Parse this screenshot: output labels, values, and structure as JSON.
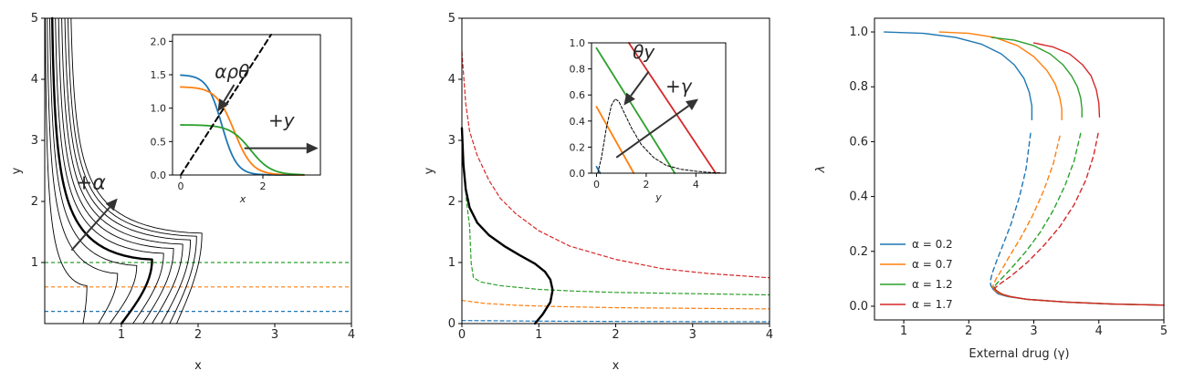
{
  "chart_data": [
    {
      "type": "line",
      "xlabel": "x",
      "ylabel": "y",
      "xlim": [
        0,
        4
      ],
      "ylim": [
        0,
        5
      ],
      "xticks": [
        "1",
        "2",
        "3",
        "4"
      ],
      "yticks": [
        "1",
        "2",
        "3",
        "4",
        "5"
      ],
      "family": {
        "color": "#000000",
        "count": 10,
        "base_x": [
          0.5,
          0.7,
          0.85,
          1.0,
          1.15,
          1.28,
          1.4,
          1.52,
          1.63,
          1.72
        ],
        "peak_x": [
          0.55,
          0.95,
          1.2,
          1.4,
          1.55,
          1.68,
          1.8,
          1.9,
          1.98,
          2.05
        ],
        "peak_y": [
          0.62,
          0.82,
          0.95,
          1.05,
          1.15,
          1.23,
          1.3,
          1.37,
          1.43,
          1.48
        ],
        "top_x": [
          0.0,
          0.02,
          0.05,
          0.08,
          0.12,
          0.16,
          0.2,
          0.24,
          0.28,
          0.32
        ],
        "highlight_index": 3
      },
      "hlines": [
        {
          "y": 0.2,
          "color": "#1f77b4",
          "style": "dashed"
        },
        {
          "y": 0.6,
          "color": "#ff7f0e",
          "style": "dashed"
        },
        {
          "y": 1.0,
          "color": "#2ca02c",
          "style": "dashed"
        }
      ],
      "annotation": {
        "text": "+α",
        "arrow_from": [
          0.35,
          1.2
        ],
        "arrow_to": [
          0.95,
          2.05
        ],
        "text_at": [
          0.6,
          2.2
        ]
      },
      "inset": {
        "xlabel": "x",
        "xlim": [
          -0.2,
          3.4
        ],
        "ylim": [
          0,
          2.1
        ],
        "xticks": [
          "0",
          "2"
        ],
        "yticks": [
          "0.0",
          "0.5",
          "1.0",
          "1.5",
          "2.0"
        ],
        "curves": [
          {
            "color": "#1f77b4",
            "plateau": 1.5,
            "mid": 1.0,
            "width": 0.18
          },
          {
            "color": "#ff7f0e",
            "plateau": 1.32,
            "mid": 1.3,
            "width": 0.22
          },
          {
            "color": "#2ca02c",
            "plateau": 0.75,
            "mid": 1.7,
            "width": 0.25
          }
        ],
        "dashed_line": {
          "x": [
            0,
            2.2
          ],
          "y": [
            0,
            2.1
          ],
          "color": "#000000"
        },
        "labels": [
          {
            "text": "αρθ",
            "at": [
              1.25,
              1.45
            ],
            "arrow_from": [
              1.3,
              1.35
            ],
            "arrow_to": [
              0.9,
              0.95
            ]
          },
          {
            "text": "+y",
            "at": [
              2.45,
              0.72
            ],
            "arrow_from": [
              1.55,
              0.4
            ],
            "arrow_to": [
              3.35,
              0.4
            ]
          }
        ]
      }
    },
    {
      "type": "line",
      "xlabel": "x",
      "ylabel": "y",
      "xlim": [
        0,
        4
      ],
      "ylim": [
        0,
        5
      ],
      "xticks": [
        "0",
        "1",
        "2",
        "3",
        "4"
      ],
      "yticks": [
        "0",
        "1",
        "2",
        "3",
        "4",
        "5"
      ],
      "series": [
        {
          "color": "#d62728",
          "style": "dashed",
          "x": [
            0.0,
            0.05,
            0.1,
            0.2,
            0.35,
            0.5,
            0.7,
            1.0,
            1.4,
            2.0,
            2.6,
            3.2,
            4.0
          ],
          "y": [
            4.45,
            3.6,
            3.15,
            2.75,
            2.35,
            2.05,
            1.8,
            1.52,
            1.27,
            1.05,
            0.9,
            0.82,
            0.75
          ]
        },
        {
          "color": "#2ca02c",
          "style": "dashed",
          "x": [
            0.0,
            0.03,
            0.06,
            0.1,
            0.12,
            0.15,
            0.25,
            0.5,
            1.0,
            1.5,
            2.0,
            3.0,
            4.0
          ],
          "y": [
            3.0,
            2.5,
            2.0,
            1.6,
            1.0,
            0.75,
            0.68,
            0.62,
            0.56,
            0.53,
            0.51,
            0.49,
            0.47
          ]
        },
        {
          "color": "#ff7f0e",
          "style": "dashed",
          "x": [
            0.0,
            0.3,
            0.7,
            1.2,
            2.0,
            3.0,
            4.0
          ],
          "y": [
            0.38,
            0.33,
            0.3,
            0.28,
            0.26,
            0.25,
            0.24
          ]
        },
        {
          "color": "#1f77b4",
          "style": "dashed",
          "x": [
            0.0,
            1.0,
            2.0,
            3.0,
            4.0
          ],
          "y": [
            0.05,
            0.04,
            0.035,
            0.032,
            0.03
          ]
        },
        {
          "color": "#000000",
          "style": "solid-bold",
          "x": [
            0.0,
            0.02,
            0.05,
            0.1,
            0.2,
            0.35,
            0.55,
            0.75,
            0.95,
            1.08,
            1.15,
            1.18,
            1.15,
            1.05,
            0.95
          ],
          "y": [
            3.2,
            2.6,
            2.2,
            1.9,
            1.65,
            1.45,
            1.27,
            1.12,
            0.98,
            0.85,
            0.72,
            0.55,
            0.35,
            0.15,
            0.0
          ]
        }
      ],
      "inset": {
        "xlabel": "y",
        "xlim": [
          -0.2,
          5.2
        ],
        "ylim": [
          0,
          1.0
        ],
        "xticks": [
          "0",
          "2",
          "4"
        ],
        "yticks": [
          "0.0",
          "0.2",
          "0.4",
          "0.6",
          "0.8",
          "1.0"
        ],
        "lines": [
          {
            "color": "#1f77b4",
            "x": [
              0.0,
              0.15
            ],
            "y": [
              0.05,
              0.0
            ]
          },
          {
            "color": "#ff7f0e",
            "x": [
              0.0,
              1.5
            ],
            "y": [
              0.51,
              0.0
            ]
          },
          {
            "color": "#2ca02c",
            "x": [
              0.0,
              3.15
            ],
            "y": [
              0.96,
              0.0
            ]
          },
          {
            "color": "#d62728",
            "x": [
              1.3,
              4.8
            ],
            "y": [
              1.0,
              0.0
            ]
          }
        ],
        "dashed_curve": {
          "color": "#000000",
          "x": [
            0.05,
            0.2,
            0.4,
            0.6,
            0.75,
            0.9,
            1.1,
            1.4,
            1.8,
            2.3,
            2.8,
            3.4,
            4.0,
            4.6,
            5.0
          ],
          "y": [
            0.0,
            0.12,
            0.35,
            0.52,
            0.57,
            0.55,
            0.47,
            0.35,
            0.22,
            0.12,
            0.06,
            0.03,
            0.015,
            0.005,
            0.002
          ]
        },
        "labels": [
          {
            "text": "θy",
            "at": [
              1.9,
              0.88
            ],
            "arrow_from": [
              2.1,
              0.78
            ],
            "arrow_to": [
              1.1,
              0.52
            ]
          },
          {
            "text": "+γ",
            "at": [
              3.3,
              0.62
            ],
            "arrow_from": [
              0.8,
              0.12
            ],
            "arrow_to": [
              4.1,
              0.57
            ]
          }
        ]
      }
    },
    {
      "type": "line",
      "xlabel": "External drug (γ)",
      "ylabel": "λ",
      "xlim": [
        0.55,
        5.0
      ],
      "ylim": [
        -0.05,
        1.05
      ],
      "xticks": [
        "1",
        "2",
        "3",
        "4",
        "5"
      ],
      "yticks": [
        "0.0",
        "0.2",
        "0.4",
        "0.6",
        "0.8",
        "1.0"
      ],
      "legend_position": "lower-left",
      "series": [
        {
          "name": "α = 0.2",
          "color": "#1f77b4",
          "upper": {
            "x": [
              0.7,
              1.3,
              1.8,
              2.2,
              2.5,
              2.7,
              2.85,
              2.93,
              2.97,
              2.97
            ],
            "y": [
              1.0,
              0.995,
              0.98,
              0.955,
              0.92,
              0.88,
              0.83,
              0.78,
              0.73,
              0.68
            ]
          },
          "middle": {
            "x": [
              2.95,
              2.88,
              2.78,
              2.65,
              2.52,
              2.42,
              2.36,
              2.33,
              2.34
            ],
            "y": [
              0.63,
              0.5,
              0.4,
              0.3,
              0.22,
              0.16,
              0.12,
              0.09,
              0.075
            ]
          },
          "lower": {
            "x": [
              2.34,
              2.38,
              2.45,
              2.6,
              2.9,
              3.5,
              4.2,
              5.0
            ],
            "y": [
              0.075,
              0.06,
              0.045,
              0.035,
              0.025,
              0.015,
              0.008,
              0.004
            ]
          }
        },
        {
          "name": "α = 0.7",
          "color": "#ff7f0e",
          "upper": {
            "x": [
              1.55,
              2.0,
              2.4,
              2.75,
              3.0,
              3.2,
              3.33,
              3.4,
              3.43,
              3.43
            ],
            "y": [
              1.0,
              0.995,
              0.98,
              0.95,
              0.91,
              0.86,
              0.81,
              0.76,
              0.72,
              0.68
            ]
          },
          "middle": {
            "x": [
              3.4,
              3.3,
              3.15,
              2.98,
              2.8,
              2.62,
              2.5,
              2.42,
              2.38,
              2.37
            ],
            "y": [
              0.62,
              0.52,
              0.42,
              0.33,
              0.25,
              0.18,
              0.13,
              0.1,
              0.08,
              0.07
            ]
          },
          "lower": {
            "x": [
              2.37,
              2.4,
              2.48,
              2.62,
              2.9,
              3.5,
              4.2,
              5.0
            ],
            "y": [
              0.07,
              0.058,
              0.045,
              0.035,
              0.025,
              0.015,
              0.008,
              0.004
            ]
          }
        },
        {
          "name": "α = 1.2",
          "color": "#2ca02c",
          "upper": {
            "x": [
              2.35,
              2.7,
              3.0,
              3.25,
              3.45,
              3.58,
              3.67,
              3.72,
              3.74,
              3.74
            ],
            "y": [
              0.98,
              0.97,
              0.95,
              0.92,
              0.88,
              0.84,
              0.8,
              0.76,
              0.72,
              0.69
            ]
          },
          "middle": {
            "x": [
              3.72,
              3.62,
              3.48,
              3.3,
              3.1,
              2.88,
              2.66,
              2.5,
              2.42,
              2.39
            ],
            "y": [
              0.63,
              0.53,
              0.44,
              0.35,
              0.27,
              0.2,
              0.14,
              0.1,
              0.08,
              0.07
            ]
          },
          "lower": {
            "x": [
              2.39,
              2.42,
              2.5,
              2.64,
              2.9,
              3.5,
              4.2,
              5.0
            ],
            "y": [
              0.07,
              0.058,
              0.045,
              0.035,
              0.025,
              0.015,
              0.008,
              0.004
            ]
          }
        },
        {
          "name": "α = 1.7",
          "color": "#d62728",
          "upper": {
            "x": [
              3.0,
              3.3,
              3.55,
              3.75,
              3.88,
              3.96,
              4.0,
              4.01
            ],
            "y": [
              0.96,
              0.945,
              0.92,
              0.88,
              0.84,
              0.79,
              0.74,
              0.69
            ]
          },
          "middle": {
            "x": [
              3.99,
              3.92,
              3.8,
              3.62,
              3.4,
              3.15,
              2.9,
              2.65,
              2.5,
              2.42,
              2.39
            ],
            "y": [
              0.63,
              0.55,
              0.46,
              0.37,
              0.29,
              0.22,
              0.16,
              0.11,
              0.085,
              0.07,
              0.065
            ]
          },
          "lower": {
            "x": [
              2.39,
              2.43,
              2.52,
              2.66,
              2.9,
              3.5,
              4.2,
              5.0
            ],
            "y": [
              0.065,
              0.055,
              0.043,
              0.034,
              0.025,
              0.015,
              0.008,
              0.004
            ]
          }
        }
      ]
    }
  ]
}
